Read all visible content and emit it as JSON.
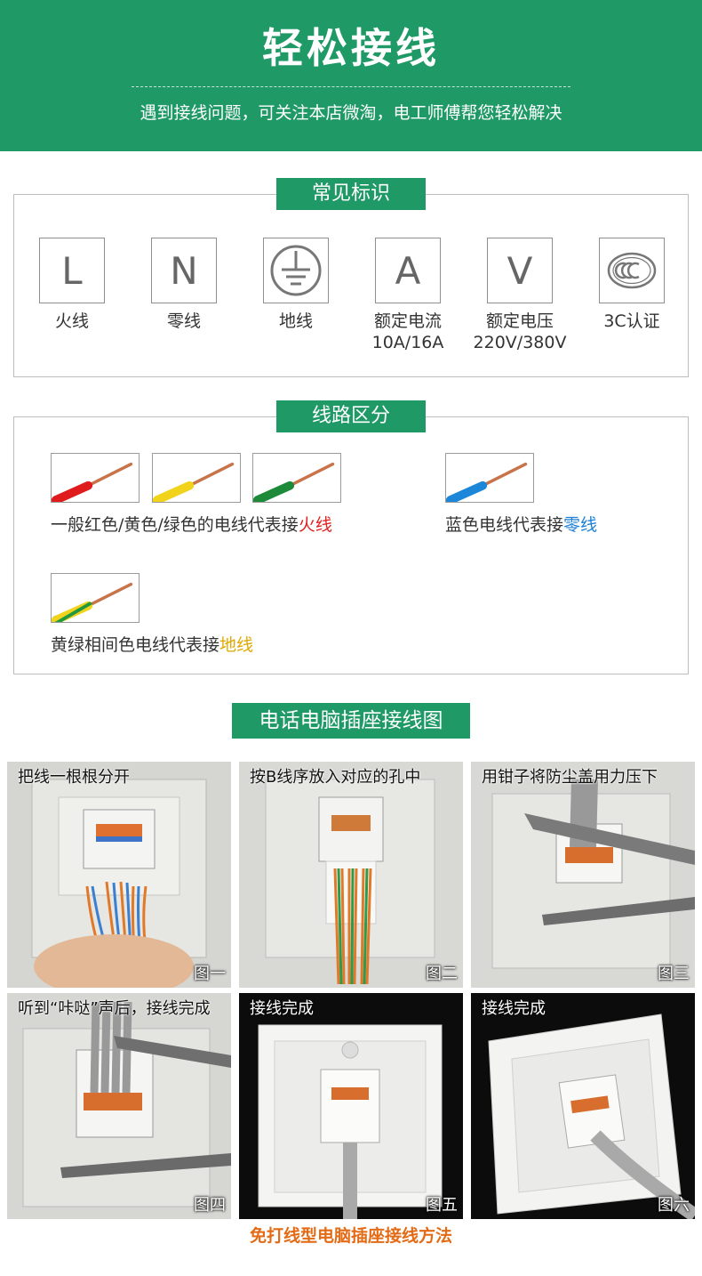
{
  "header": {
    "title": "轻松接线",
    "subtitle": "遇到接线问题，可关注本店微淘，电工师傅帮您轻松解决"
  },
  "symbols_section": {
    "title": "常见标识",
    "items": [
      {
        "glyph": "L",
        "label": "火线"
      },
      {
        "glyph": "N",
        "label": "零线"
      },
      {
        "glyph": "",
        "icon": "ground-icon",
        "label": "地线"
      },
      {
        "glyph": "A",
        "label": "额定电流",
        "sub": "10A/16A"
      },
      {
        "glyph": "V",
        "label": "额定电压",
        "sub": "220V/380V"
      },
      {
        "glyph": "",
        "icon": "ccc-icon",
        "label": "3C认证"
      }
    ]
  },
  "wires_section": {
    "title": "线路区分",
    "live": {
      "text": "一般红色/黄色/绿色的电线代表接",
      "highlight": "火线"
    },
    "neutral": {
      "text": "蓝色电线代表接",
      "highlight": "零线"
    },
    "earth": {
      "text": "黄绿相间色电线代表接",
      "highlight": "地线"
    },
    "colors": {
      "red": "#e01b1b",
      "yellow": "#f2d31b",
      "green": "#1d8a3a",
      "blue": "#1c86d8",
      "copper": "#c8734a"
    }
  },
  "steps_section": {
    "title": "电话电脑插座接线图",
    "steps": [
      {
        "caption": "把线一根根分开",
        "num": "图一"
      },
      {
        "caption": "按B线序放入对应的孔中",
        "num": "图二"
      },
      {
        "caption": "用钳子将防尘盖用力压下",
        "num": "图三"
      },
      {
        "caption": "听到“咔哒”声后，接线完成",
        "num": "图四"
      },
      {
        "caption": "接线完成",
        "num": "图五"
      },
      {
        "caption": "接线完成",
        "num": "图六"
      }
    ],
    "footer": "免打线型电脑插座接线方法"
  },
  "colors": {
    "brand": "#1f9966",
    "accent_orange": "#e36b16"
  }
}
